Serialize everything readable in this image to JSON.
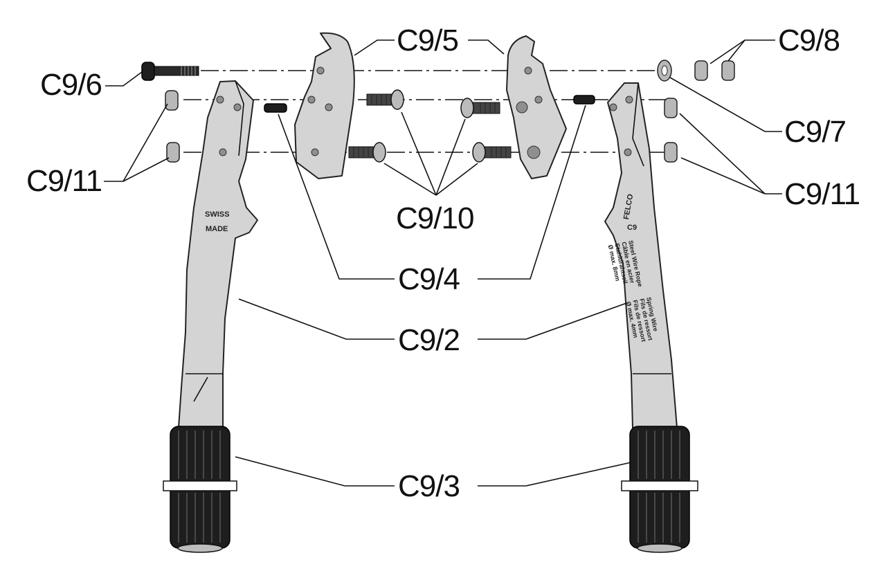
{
  "labels": {
    "c9_2": "C9/2",
    "c9_3": "C9/3",
    "c9_4": "C9/4",
    "c9_5": "C9/5",
    "c9_6": "C9/6",
    "c9_7": "C9/7",
    "c9_8": "C9/8",
    "c9_10": "C9/10",
    "c9_11_left": "C9/11",
    "c9_11_right": "C9/11"
  },
  "handle_left": {
    "marking_line1": "SWISS",
    "marking_line2": "MADE"
  },
  "handle_right": {
    "brand": "FELCO",
    "model": "C9",
    "rope_lines": [
      "Steel Wire Rope",
      "Câble en acier",
      "Stahldrahtseil",
      "Ø max. 8mm"
    ],
    "spring_lines": [
      "Spring Wire",
      "Fils de ressort",
      "Fils de ressort",
      "Ø max. 4mm"
    ]
  },
  "colors": {
    "part_fill": "#d4d4d4",
    "grip_fill": "#1e1e1e",
    "line": "#111111"
  }
}
